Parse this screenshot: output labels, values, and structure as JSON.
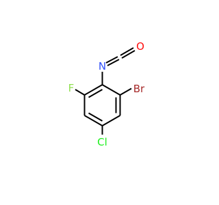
{
  "molecule": {
    "atoms": {
      "O": "O",
      "N": "N",
      "F": "F",
      "Br": "Br",
      "Cl": "Cl"
    },
    "colors": {
      "bond": "#000000",
      "O": "#ff0d0d",
      "N": "#3050f8",
      "F": "#90e050",
      "Br": "#a62929",
      "Cl": "#1ff01f"
    }
  }
}
